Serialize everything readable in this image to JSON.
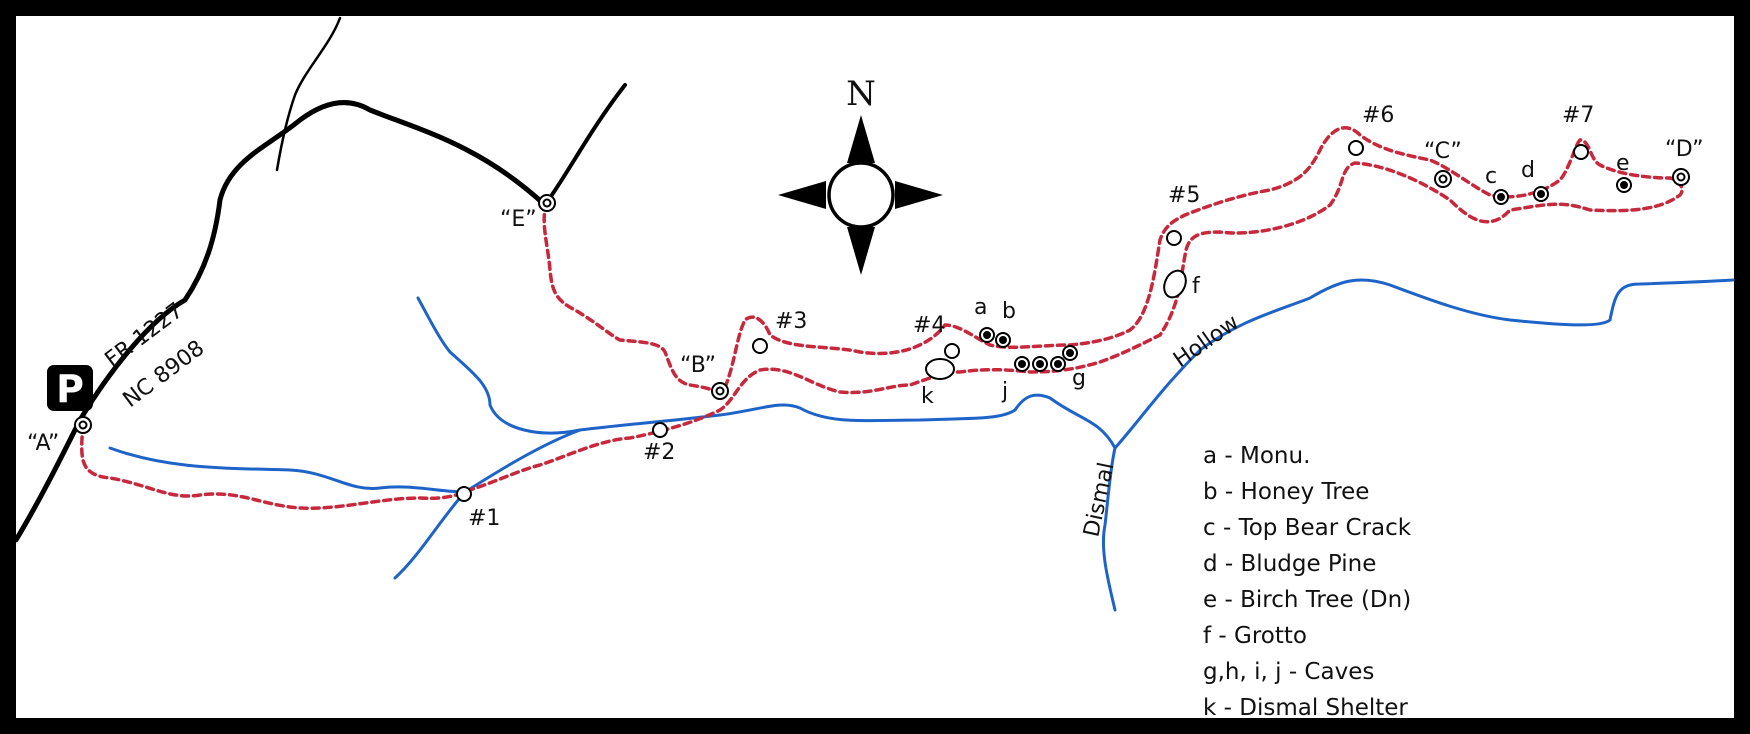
{
  "compass": {
    "label": "N"
  },
  "parking": {
    "label": "P"
  },
  "roads": [
    "FR 1227",
    "NC 8908"
  ],
  "streams": {
    "name_part_1": "Dismal",
    "name_part_2": "Hollow"
  },
  "points": {
    "A": "“A”",
    "B": "“B”",
    "C": "“C”",
    "D": "“D”",
    "E": "“E”",
    "p1": "#1",
    "p2": "#2",
    "p3": "#3",
    "p4": "#4",
    "p5": "#5",
    "p6": "#6",
    "p7": "#7",
    "a": "a",
    "b": "b",
    "c": "c",
    "d": "d",
    "e": "e",
    "f": "f",
    "g": "g",
    "j": "j",
    "k": "k"
  },
  "legend": [
    "a - Monu.",
    "b - Honey Tree",
    "c - Top Bear Crack",
    "d - Bludge Pine",
    "e - Birch Tree (Dn)",
    "f - Grotto",
    "g,h, i, j - Caves",
    "k - Dismal Shelter"
  ],
  "colors": {
    "trail": "#c8283c",
    "stream": "#1e64c8",
    "road": "#000000",
    "background": "#ffffff",
    "frame": "#000000"
  }
}
